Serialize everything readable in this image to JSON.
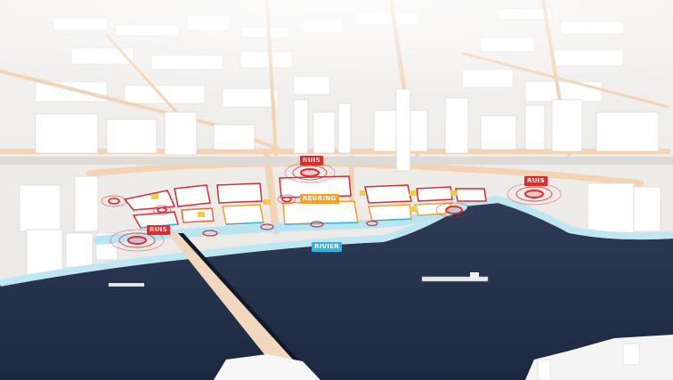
{
  "map": {
    "labels": {
      "ruis_center": "RUIS",
      "ruis_right": "RUIS",
      "ruis_left": "RUIS",
      "reuring": "REURING",
      "rivier": "RIVIER"
    },
    "legend_colors": {
      "ruis": "#e02a2e",
      "reuring": "#f2a127",
      "rivier": "#33b4dd"
    },
    "noise_sources": [
      {
        "name": "noise-source-center",
        "rings": 3
      },
      {
        "name": "noise-source-right",
        "rings": 3
      },
      {
        "name": "noise-source-left",
        "rings": 3
      },
      {
        "name": "noise-source-west",
        "rings": 2
      },
      {
        "name": "noise-source-pier",
        "rings": 2
      }
    ]
  }
}
